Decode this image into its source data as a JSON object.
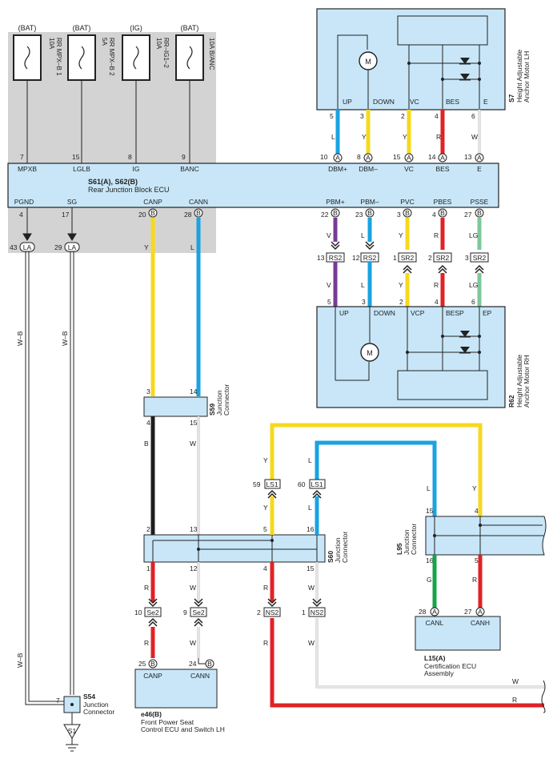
{
  "colors": {
    "bg_gray": "#d3d3d3",
    "box_fill": "#c8e6f8",
    "L": "#1aa3e0",
    "Y": "#f7d81e",
    "R": "#e02226",
    "V": "#7a3b96",
    "LG": "#7fc79b",
    "B": "#1e1e1e",
    "G": "#16a34a",
    "W": "#c8c8c8"
  },
  "fuses": [
    {
      "supply": "(BAT)",
      "name": "10A\nRR MPX–B 1"
    },
    {
      "supply": "(BAT)",
      "name": "5A\nRR MPX–B 2"
    },
    {
      "supply": "(IG)",
      "name": "10A\nRR–IG1–2"
    },
    {
      "supply": "(BAT)",
      "name": "10A B/ANC"
    }
  ],
  "ecu": {
    "title": "S61(A), S62(B)",
    "subtitle": "Rear Junction Block ECU",
    "top_pins": [
      {
        "num": "7",
        "label": "MPXB"
      },
      {
        "num": "15",
        "label": "LGLB"
      },
      {
        "num": "8",
        "label": "IG"
      },
      {
        "num": "9",
        "label": "BANC"
      },
      {
        "num": "10",
        "conn": "A",
        "label": "DBM+"
      },
      {
        "num": "8",
        "conn": "A",
        "label": "DBM–"
      },
      {
        "num": "15",
        "conn": "A",
        "label": "VC"
      },
      {
        "num": "14",
        "conn": "A",
        "label": "BES"
      },
      {
        "num": "13",
        "conn": "A",
        "label": "E"
      }
    ],
    "bottom_pins": [
      {
        "num": "4",
        "label": "PGND"
      },
      {
        "num": "17",
        "label": "SG"
      },
      {
        "num": "20",
        "conn": "B",
        "label": "CANP"
      },
      {
        "num": "28",
        "conn": "B",
        "label": "CANN"
      },
      {
        "num": "22",
        "conn": "B",
        "label": "PBM+"
      },
      {
        "num": "23",
        "conn": "B",
        "label": "PBM–"
      },
      {
        "num": "3",
        "conn": "B",
        "label": "PVC"
      },
      {
        "num": "4",
        "conn": "B",
        "label": "PBES"
      },
      {
        "num": "27",
        "conn": "B",
        "label": "PSSE"
      }
    ]
  },
  "motor_lh": {
    "code": "S7",
    "name": "Height Adjustable\nAnchor Motor LH",
    "motor": "M",
    "pins": [
      {
        "num": "5",
        "label": "UP",
        "wire": "L"
      },
      {
        "num": "3",
        "label": "DOWN",
        "wire": "Y"
      },
      {
        "num": "2",
        "label": "VC",
        "wire": "Y"
      },
      {
        "num": "4",
        "label": "BES",
        "wire": "R"
      },
      {
        "num": "6",
        "label": "E",
        "wire": "W"
      }
    ]
  },
  "motor_rh": {
    "code": "R62",
    "name": "Height Adjustable\nAnchor Motor RH",
    "motor": "M",
    "pins": [
      {
        "num": "5",
        "label": "UP",
        "wire": "V"
      },
      {
        "num": "3",
        "label": "DOWN",
        "wire": "L"
      },
      {
        "num": "2",
        "label": "VCP",
        "wire": "Y"
      },
      {
        "num": "4",
        "label": "BESP",
        "wire": "R"
      },
      {
        "num": "6",
        "label": "EP",
        "wire": "LG"
      }
    ]
  },
  "inline_conns": [
    {
      "num": "13",
      "code": "RS2",
      "wire": "V"
    },
    {
      "num": "12",
      "code": "RS2",
      "wire": "L"
    },
    {
      "num": "1",
      "code": "SR2",
      "wire": "Y"
    },
    {
      "num": "2",
      "code": "SR2",
      "wire": "R"
    },
    {
      "num": "3",
      "code": "SR2",
      "wire": "LG"
    }
  ],
  "ground_conns": [
    {
      "num": "43",
      "code": "LA",
      "wire": "W–B"
    },
    {
      "num": "29",
      "code": "LA",
      "wire": "W–B"
    }
  ],
  "s59": {
    "code": "S59",
    "name": "Junction\nConnector",
    "top_pins": [
      "3",
      "14"
    ],
    "bottom_pins": [
      "4",
      "15"
    ],
    "wires": [
      "Y",
      "L",
      "B",
      "W"
    ]
  },
  "s60": {
    "code": "S60",
    "name": "Junction\nConnector",
    "top_pins": [
      "2",
      "13",
      "5",
      "16"
    ],
    "bottom_pins": [
      "1",
      "12",
      "4",
      "15"
    ]
  },
  "ls1": [
    {
      "num": "59",
      "code": "LS1",
      "wire": "Y"
    },
    {
      "num": "60",
      "code": "LS1",
      "wire": "L"
    }
  ],
  "l95": {
    "code": "L95",
    "name": "Junction\nConnector",
    "top_pins": [
      "15",
      "4"
    ],
    "bottom_pins": [
      "16",
      "5"
    ],
    "wires": [
      "L",
      "Y",
      "G",
      "R"
    ]
  },
  "se2": [
    {
      "num": "10",
      "code": "Se2",
      "wire": "R"
    },
    {
      "num": "9",
      "code": "Se2",
      "wire": "W"
    }
  ],
  "ns2": [
    {
      "num": "2",
      "code": "NS2",
      "wire": "R"
    },
    {
      "num": "1",
      "code": "NS2",
      "wire": "W"
    }
  ],
  "e46": {
    "code": "e46(B)",
    "name": "Front Power Seat\nControl ECU and Switch LH",
    "pins": [
      {
        "num": "25",
        "conn": "B",
        "label": "CANP"
      },
      {
        "num": "24",
        "conn": "B",
        "label": "CANN"
      }
    ]
  },
  "l15": {
    "code": "L15(A)",
    "name": "Certification ECU\nAssembly",
    "pins": [
      {
        "num": "28",
        "conn": "A",
        "label": "CANL"
      },
      {
        "num": "27",
        "conn": "A",
        "label": "CANH"
      }
    ]
  },
  "s54": {
    "code": "S54",
    "name": "Junction\nConnector",
    "pin": "7"
  },
  "ground": {
    "code": "S1"
  },
  "ext_wires": [
    {
      "label": "W"
    },
    {
      "label": "R"
    }
  ],
  "wb_labels": [
    "W–B",
    "W–B",
    "W–B"
  ]
}
